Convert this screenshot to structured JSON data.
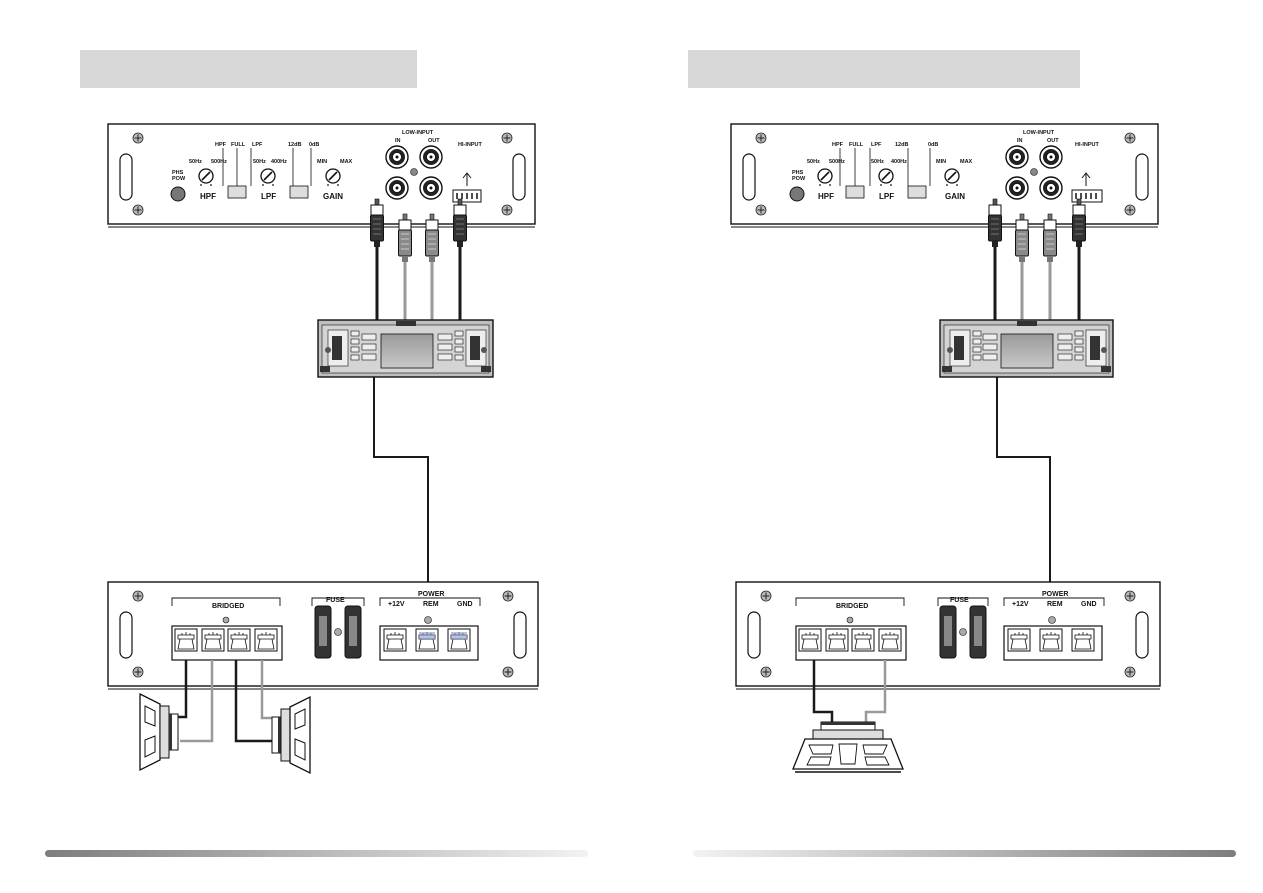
{
  "pages": [
    {
      "id": "left",
      "head_unit_to_amp_wire": "remote",
      "speaker_mode": "two-speakers"
    },
    {
      "id": "right",
      "head_unit_to_amp_wire": "remote",
      "speaker_mode": "single-subwoofer"
    }
  ],
  "amp_top": {
    "hpf": "HPF",
    "full": "FULL",
    "lpf": "LPF",
    "db12": "12dB",
    "db0": "0dB",
    "hz50": "50Hz",
    "hz500": "500Hz",
    "hz50b": "50Hz",
    "hz400": "400Hz",
    "min": "MIN",
    "max": "MAX",
    "hpf_big": "HPF",
    "lpf_big": "LPF",
    "gain": "GAIN",
    "phase1": "PHS",
    "phase2": "POW",
    "low_input": "LOW-INPUT",
    "in": "IN",
    "out": "OUT",
    "hi_input": "HI-INPUT"
  },
  "amp_bottom": {
    "bridged": "BRIDGED",
    "fuse": "FUSE",
    "power": "POWER",
    "plus12": "+12V",
    "rem": "REM",
    "gnd": "GND"
  },
  "colors": {
    "header_bar": "#d7d7d7",
    "footer_left": "#8a8a8a",
    "footer_right": "#8a8a8a",
    "wire_dark": "#1a1a1a",
    "wire_grey": "#9a9a9a",
    "terminal_blue": "#8a9ac8"
  }
}
